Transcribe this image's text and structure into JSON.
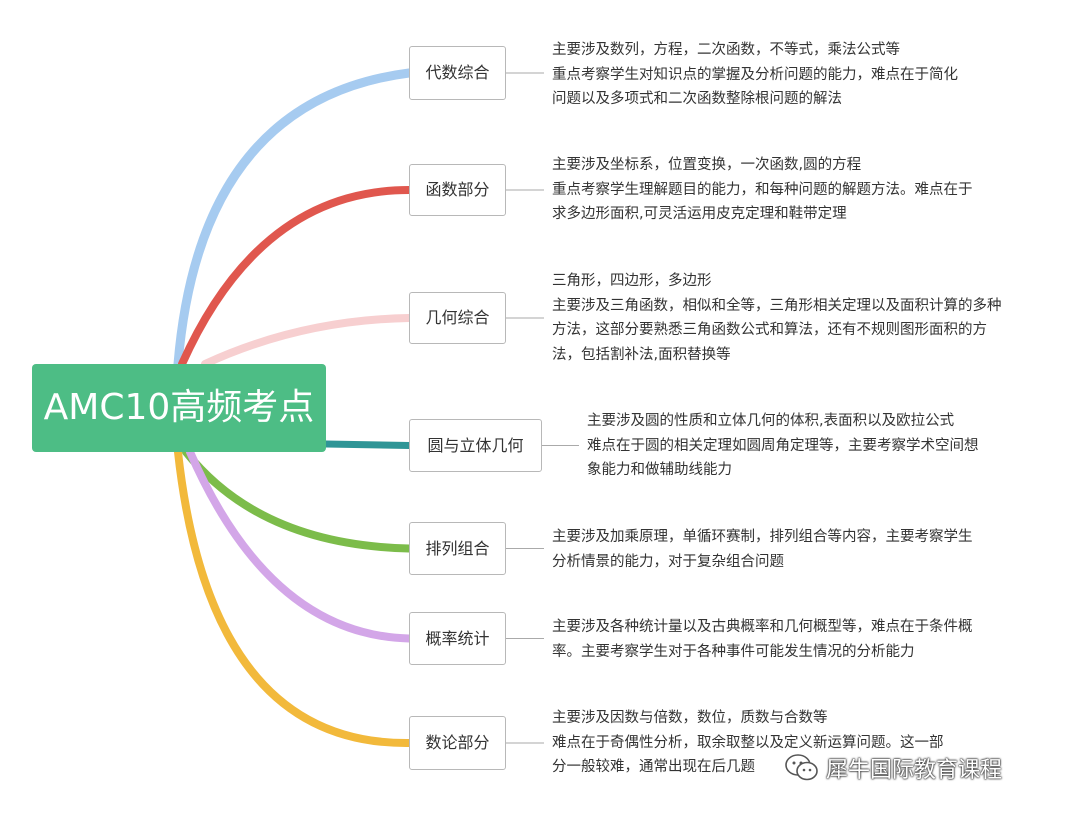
{
  "root": {
    "label": "AMC10高频考点",
    "color": "#4dbd85"
  },
  "topics": [
    {
      "label": "代数综合",
      "color": "#a6cbf0",
      "lines": [
        "主要涉及数列，方程，二次函数，不等式，乘法公式等",
        "重点考察学生对知识点的掌握及分析问题的能力，难点在于简化",
        "问题以及多项式和二次函数整除根问题的解法"
      ]
    },
    {
      "label": "函数部分",
      "color": "#e0574e",
      "lines": [
        "主要涉及坐标系，位置变换，一次函数,圆的方程",
        " 重点考察学生理解题目的能力，和每种问题的解题方法。难点在于",
        "求多边形面积,可灵活运用皮克定理和鞋带定理"
      ]
    },
    {
      "label": "几何综合",
      "color": "#f7cfd0",
      "lines": [
        "三角形，四边形，多边形",
        "主要涉及三角函数，相似和全等，三角形相关定理以及面积计算的多种",
        "方法，这部分要熟悉三角函数公式和算法，还有不规则图形面积的方",
        "法，包括割补法,面积替换等"
      ]
    },
    {
      "label": "圆与立体几何",
      "color": "#2e9596",
      "lines": [
        "主要涉及圆的性质和立体几何的体积,表面积以及欧拉公式",
        "难点在于圆的相关定理如圆周角定理等，主要考察学术空间想",
        "象能力和做辅助线能力"
      ]
    },
    {
      "label": "排列组合",
      "color": "#7cbc4a",
      "lines": [
        "主要涉及加乘原理，单循环赛制，排列组合等内容，主要考察学生",
        "分析情景的能力，对于复杂组合问题"
      ]
    },
    {
      "label": "概率统计",
      "color": "#d3a6e8",
      "lines": [
        "主要涉及各种统计量以及古典概率和几何概型等，难点在于条件概",
        "率。主要考察学生对于各种事件可能发生情况的分析能力"
      ]
    },
    {
      "label": "数论部分",
      "color": "#f2b93b",
      "lines": [
        "主要涉及因数与倍数，数位，质数与合数等",
        "难点在于奇偶性分析，取余取整以及定义新运算问题。这一部",
        "分一般较难，通常出现在后几题"
      ]
    }
  ],
  "watermark": {
    "text": "犀牛国际教育课程",
    "icon": "wechat-icon"
  }
}
